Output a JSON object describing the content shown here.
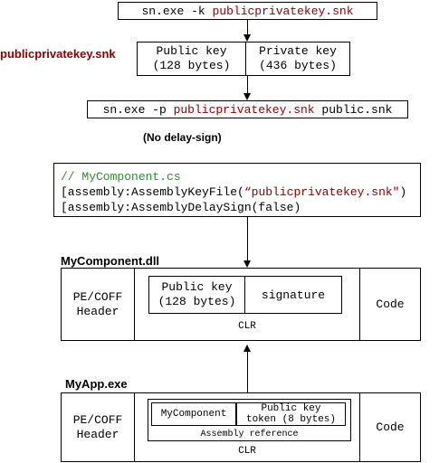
{
  "cmd1": {
    "prefix": "sn.exe -k ",
    "file": "publicprivatekey.snk"
  },
  "keyfile_label": "publicprivatekey.snk",
  "keypair": {
    "public_line1": "Public key",
    "public_line2": "(128 bytes)",
    "private_line1": "Private key",
    "private_line2": "(436 bytes)"
  },
  "cmd2": {
    "prefix": "sn.exe -p ",
    "file": "publicprivatekey.snk",
    "suffix": " public.snk"
  },
  "no_delay_sign": "(No delay-sign)",
  "source": {
    "comment": "// MyComponent.cs",
    "line2_prefix": "[assembly:AssemblyKeyFile(",
    "line2_str": "“publicprivatekey.snk\"",
    "line2_suffix": ")",
    "line3": "[assembly:AssemblyDelaySign(false)"
  },
  "dll": {
    "label": "MyComponent.dll",
    "header_line1": "PE/COFF",
    "header_line2": "Header",
    "pubkey_line1": "Public key",
    "pubkey_line2": "(128 bytes)",
    "signature": "signature",
    "clr": "CLR",
    "code": "Code"
  },
  "exe": {
    "label": "MyApp.exe",
    "header_line1": "PE/COFF",
    "header_line2": "Header",
    "component": "MyComponent",
    "token_line1": "Public key",
    "token_line2": "token (8 bytes)",
    "assembly_ref": "Assembly reference",
    "clr": "CLR",
    "code": "Code"
  }
}
